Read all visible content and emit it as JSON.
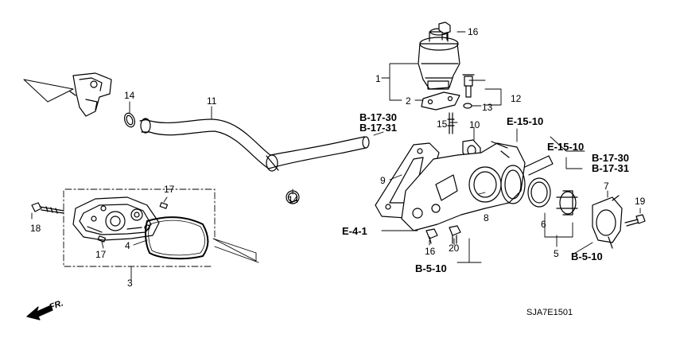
{
  "part_numbers": {
    "p1": "1",
    "p2": "2",
    "p3": "3",
    "p4": "4",
    "p5": "5",
    "p6": "6",
    "p7": "7",
    "p8": "8",
    "p9": "9",
    "p10": "10",
    "p11": "11",
    "p12": "12",
    "p13": "13",
    "p14a": "14",
    "p14b": "14",
    "p15": "15",
    "p16a": "16",
    "p16b": "16",
    "p17a": "17",
    "p17b": "17",
    "p18": "18",
    "p19": "19",
    "p20": "20"
  },
  "references": {
    "b17_30_a": "B-17-30",
    "b17_31_a": "B-17-31",
    "e15_10_a": "E-15-10",
    "e15_10_b": "E-15-10",
    "b17_30_b": "B-17-30",
    "b17_31_b": "B-17-31",
    "e4_1": "E-4-1",
    "b5_10_a": "B-5-10",
    "b5_10_b": "B-5-10"
  },
  "direction_label": "FR.",
  "diagram_code": "SJA7E1501"
}
